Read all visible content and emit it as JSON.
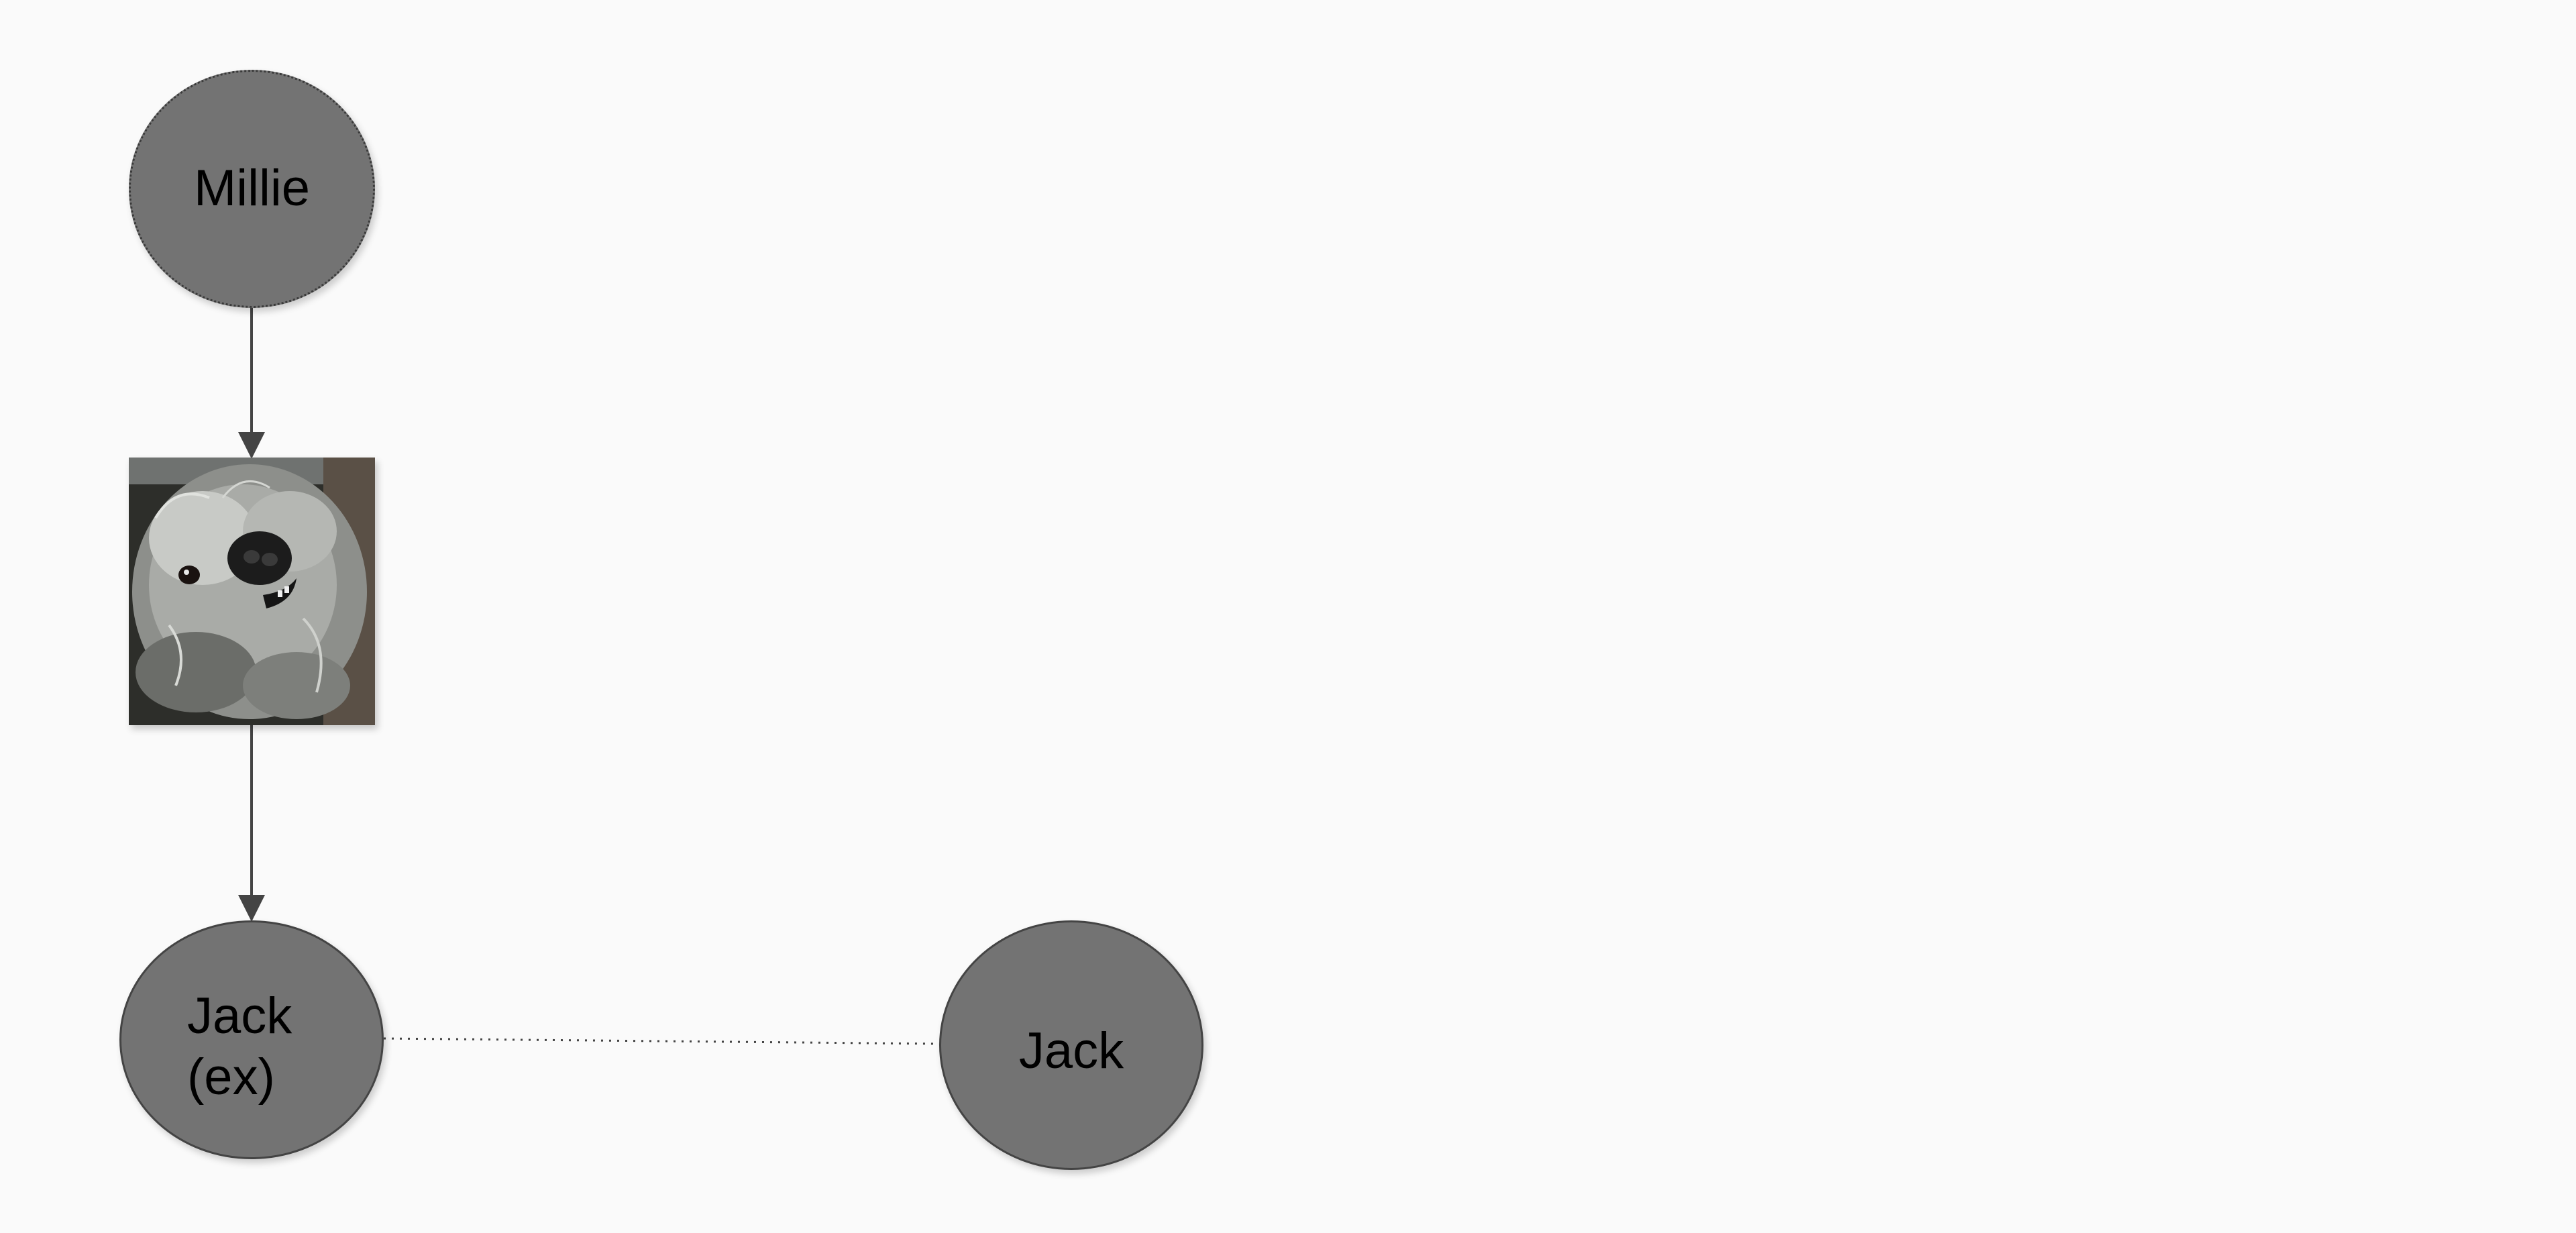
{
  "diagram": {
    "nodes": [
      {
        "id": "millie",
        "label": "Millie",
        "border": "dotted"
      },
      {
        "id": "photo",
        "label": "",
        "icon": "dog-photo"
      },
      {
        "id": "jack_ex",
        "label": "Jack\n(ex)",
        "border": "solid"
      },
      {
        "id": "jack",
        "label": "Jack",
        "border": "solid"
      }
    ],
    "edges": [
      {
        "from": "millie",
        "to": "photo",
        "style": "solid",
        "arrow": true
      },
      {
        "from": "photo",
        "to": "jack_ex",
        "style": "solid",
        "arrow": true
      },
      {
        "from": "jack_ex",
        "to": "jack",
        "style": "dotted",
        "arrow": false
      }
    ]
  },
  "colors": {
    "background": "#fafafa",
    "node_fill": "#737373",
    "node_border": "#444444",
    "edge": "#444444",
    "label": "#000000"
  }
}
